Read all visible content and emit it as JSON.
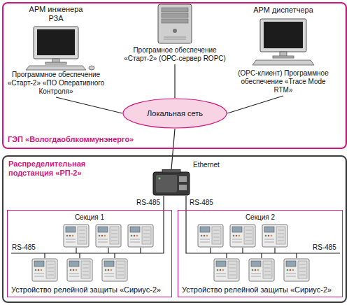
{
  "diagram": {
    "nodes": [
      {
        "text": [
          "ГЭП «Вологдаоблкоммунэнерго»"
        ]
      },
      {
        "text": [
          "АРМ инженера РЗА",
          "Программное обеспечение «Старт-2» «ПО Оперативного Контроля»"
        ],
        "in": 0
      },
      {
        "text": [
          "Програмное обеспечение «Старт-2» (OPC-сервер ROPC)"
        ],
        "in": 0
      },
      {
        "text": [
          "АРМ диспетчера",
          "(OPC-клиент) Программное обеспечение «Trace Mode RTM»"
        ],
        "in": 0
      },
      {
        "text": [
          "Локальная сеть"
        ],
        "in": 0
      },
      {
        "text": [
          "Распределительная подстанция «РП-2»"
        ]
      },
      {
        "text": [
          "Ethernet"
        ],
        "in": 5
      },
      {
        "text": [
          "Секция 1",
          "Устройство релейной защиты «Сириус-2»"
        ],
        "in": 5
      },
      {
        "text": [
          "Секция 2",
          "Устройство релейной защиты «Сириус-2»"
        ],
        "in": 5
      }
    ],
    "edges": [
      {
        "from": 1,
        "to": 4,
        "arrow": "none"
      },
      {
        "from": 2,
        "to": 4,
        "arrow": "none"
      },
      {
        "from": 3,
        "to": 4,
        "arrow": "none"
      },
      {
        "from": 4,
        "to": 6,
        "arrow": "none"
      },
      {
        "from": 6,
        "to": 7,
        "label": "RS-485",
        "arrow": "none"
      },
      {
        "from": 6,
        "to": 8,
        "label": "RS-485",
        "arrow": "none"
      }
    ],
    "labels": [
      "RS-485",
      "RS-485"
    ]
  }
}
